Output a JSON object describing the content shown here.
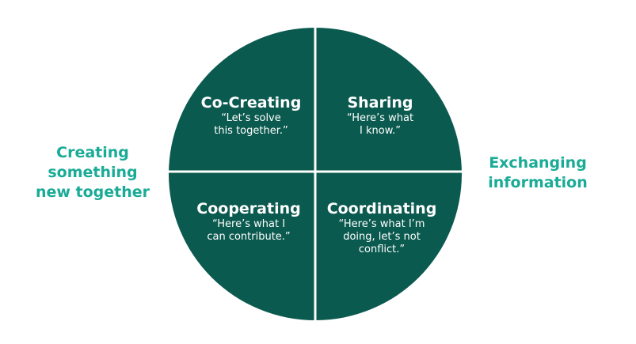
{
  "labels": {
    "left": [
      "Creating",
      "something",
      "new together"
    ],
    "right": [
      "Exchanging",
      "information"
    ]
  },
  "quadrants": {
    "top_left": {
      "title": "Co-Creating",
      "quote": [
        "“Let’s solve",
        "this together.”"
      ]
    },
    "top_right": {
      "title": "Sharing",
      "quote": [
        "“Here’s what",
        "I know.”"
      ]
    },
    "bottom_left": {
      "title": "Cooperating",
      "quote": [
        "“Here’s what I",
        "can contribute.”"
      ]
    },
    "bottom_right": {
      "title": "Coordinating",
      "quote": [
        "“Here’s what I’m",
        "doing, let’s not",
        "conflict.”"
      ]
    }
  },
  "colors": {
    "circle_fill": "#0b5a4f",
    "divider": "#ffffff",
    "side_label": "#1aab97",
    "quad_text": "#ffffff"
  }
}
